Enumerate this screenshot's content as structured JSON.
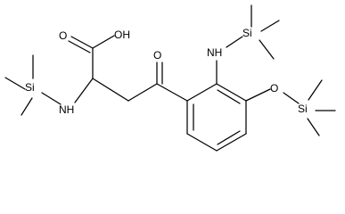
{
  "molecule": {
    "atoms": {
      "oh": "OH",
      "o_carboxyl": "O",
      "o_keto": "O",
      "nh_aryl": "NH",
      "nh_alpha": "NH",
      "o_ether": "O",
      "si_nh_aryl": "Si",
      "si_nh_alpha": "Si",
      "si_ether": "Si"
    }
  }
}
